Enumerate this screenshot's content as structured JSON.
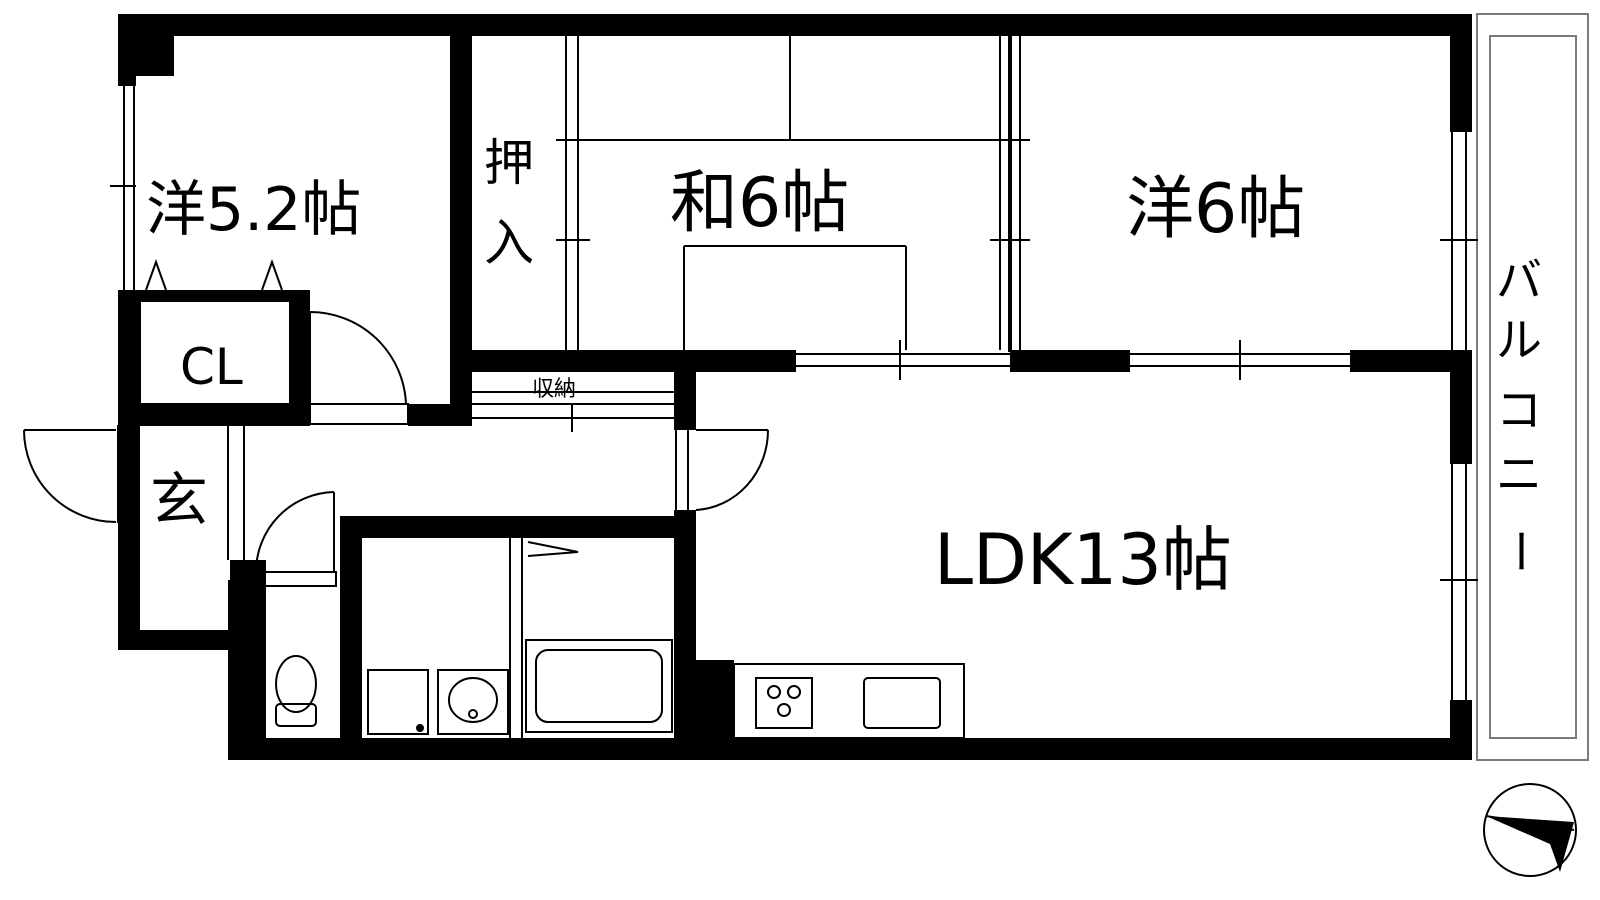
{
  "rooms": {
    "western_small": "洋5.2帖",
    "oshiire": [
      "押",
      "入"
    ],
    "japanese": "和6帖",
    "western_large": "洋6帖",
    "closet": "CL",
    "storage": "収納",
    "entrance": "玄",
    "ldk": "LDK13帖",
    "balcony": [
      "バ",
      "ル",
      "コ",
      "ニ",
      "ー"
    ]
  },
  "compass": {
    "icon": "north-arrow-icon"
  },
  "colors": {
    "wall": "#000000",
    "background": "#ffffff",
    "balcony_line": "#7a7a7a",
    "fixture_line": "#000000"
  }
}
